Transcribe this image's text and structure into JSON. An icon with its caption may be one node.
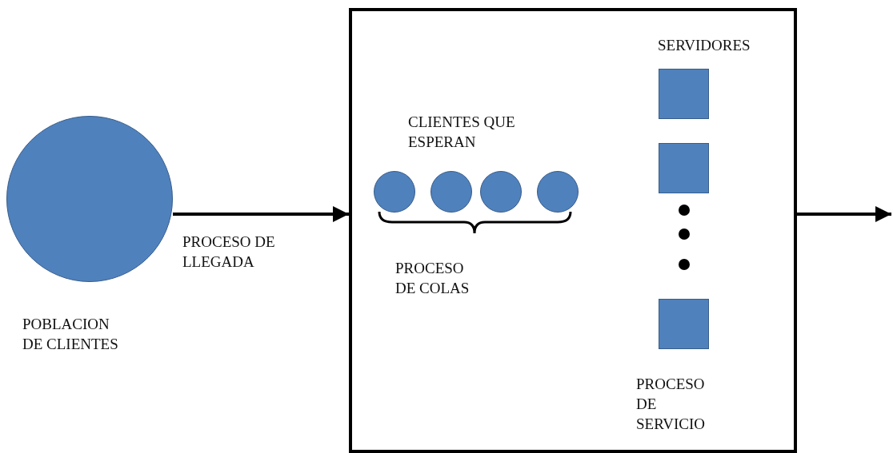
{
  "diagram": {
    "nodes": [
      {
        "text": [],
        "shape": "circle",
        "beside": [
          "POBLACION DE CLIENTES"
        ]
      },
      {
        "text": [],
        "shape": "box"
      },
      {
        "text": [],
        "shape": "circle",
        "in": 1
      },
      {
        "text": [],
        "shape": "circle",
        "in": 1
      },
      {
        "text": [],
        "shape": "circle",
        "in": 1
      },
      {
        "text": [],
        "shape": "circle",
        "in": 1
      },
      {
        "text": [],
        "shape": "box",
        "in": 1
      },
      {
        "text": [],
        "shape": "box",
        "in": 1
      },
      {
        "text": [],
        "shape": "box",
        "in": 1
      }
    ],
    "edges": [
      {
        "from": 0,
        "to": 1,
        "arrow": "to"
      },
      {
        "from": 1,
        "to": null,
        "arrow": "to"
      }
    ],
    "labels": [
      "SERVIDORES",
      "CLIENTES QUE ESPERAN",
      "PROCESO DE LLEGADA",
      "PROCESO DE COLAS",
      "PROCESO DE SERVICIO"
    ]
  }
}
